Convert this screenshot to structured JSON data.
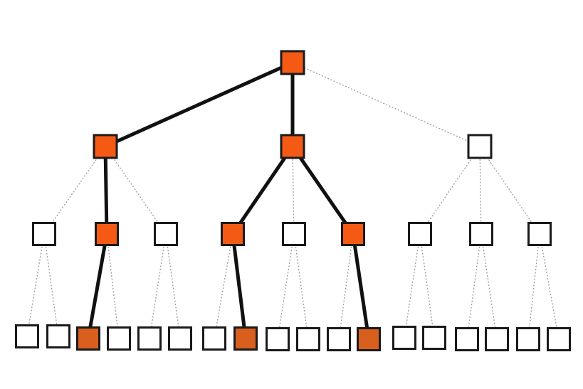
{
  "diagram": {
    "type": "tree",
    "colors": {
      "selected": "#f55a14",
      "selected_leaf": "#d95f1e",
      "unselected": "#ffffff",
      "outline": "#1a1a1a",
      "edge_selected": "#111111",
      "edge_unselected": "#9a9a9a"
    },
    "levels": [
      [
        "selected"
      ],
      [
        "selected",
        "selected",
        "plain"
      ],
      [
        "plain",
        "selected",
        "plain",
        "selected",
        "plain",
        "selected",
        "plain",
        "plain",
        "plain"
      ],
      [
        "plain",
        "plain",
        "selected",
        "plain",
        "plain",
        "plain",
        "plain",
        "selected",
        "plain",
        "plain",
        "plain",
        "selected",
        "plain",
        "plain",
        "plain",
        "plain",
        "plain",
        "plain"
      ]
    ],
    "edges": [
      {
        "from": [
          0,
          0
        ],
        "to": [
          1,
          0
        ],
        "style": "solid"
      },
      {
        "from": [
          0,
          0
        ],
        "to": [
          1,
          1
        ],
        "style": "solid"
      },
      {
        "from": [
          0,
          0
        ],
        "to": [
          1,
          2
        ],
        "style": "dotted"
      },
      {
        "from": [
          1,
          0
        ],
        "to": [
          2,
          0
        ],
        "style": "dotted"
      },
      {
        "from": [
          1,
          0
        ],
        "to": [
          2,
          1
        ],
        "style": "solid"
      },
      {
        "from": [
          1,
          0
        ],
        "to": [
          2,
          2
        ],
        "style": "dotted"
      },
      {
        "from": [
          1,
          1
        ],
        "to": [
          2,
          3
        ],
        "style": "solid"
      },
      {
        "from": [
          1,
          1
        ],
        "to": [
          2,
          4
        ],
        "style": "dotted"
      },
      {
        "from": [
          1,
          1
        ],
        "to": [
          2,
          5
        ],
        "style": "solid"
      },
      {
        "from": [
          1,
          2
        ],
        "to": [
          2,
          6
        ],
        "style": "dotted"
      },
      {
        "from": [
          1,
          2
        ],
        "to": [
          2,
          7
        ],
        "style": "dotted"
      },
      {
        "from": [
          1,
          2
        ],
        "to": [
          2,
          8
        ],
        "style": "dotted"
      },
      {
        "from": [
          2,
          0
        ],
        "to": [
          3,
          0
        ],
        "style": "dotted"
      },
      {
        "from": [
          2,
          0
        ],
        "to": [
          3,
          1
        ],
        "style": "dotted"
      },
      {
        "from": [
          2,
          1
        ],
        "to": [
          3,
          2
        ],
        "style": "solid"
      },
      {
        "from": [
          2,
          1
        ],
        "to": [
          3,
          3
        ],
        "style": "dotted"
      },
      {
        "from": [
          2,
          2
        ],
        "to": [
          3,
          4
        ],
        "style": "dotted"
      },
      {
        "from": [
          2,
          2
        ],
        "to": [
          3,
          5
        ],
        "style": "dotted"
      },
      {
        "from": [
          2,
          3
        ],
        "to": [
          3,
          6
        ],
        "style": "dotted"
      },
      {
        "from": [
          2,
          3
        ],
        "to": [
          3,
          7
        ],
        "style": "solid"
      },
      {
        "from": [
          2,
          4
        ],
        "to": [
          3,
          8
        ],
        "style": "dotted"
      },
      {
        "from": [
          2,
          4
        ],
        "to": [
          3,
          9
        ],
        "style": "dotted"
      },
      {
        "from": [
          2,
          5
        ],
        "to": [
          3,
          10
        ],
        "style": "dotted"
      },
      {
        "from": [
          2,
          5
        ],
        "to": [
          3,
          11
        ],
        "style": "solid"
      },
      {
        "from": [
          2,
          6
        ],
        "to": [
          3,
          12
        ],
        "style": "dotted"
      },
      {
        "from": [
          2,
          6
        ],
        "to": [
          3,
          13
        ],
        "style": "dotted"
      },
      {
        "from": [
          2,
          7
        ],
        "to": [
          3,
          14
        ],
        "style": "dotted"
      },
      {
        "from": [
          2,
          7
        ],
        "to": [
          3,
          15
        ],
        "style": "dotted"
      },
      {
        "from": [
          2,
          8
        ],
        "to": [
          3,
          16
        ],
        "style": "dotted"
      },
      {
        "from": [
          2,
          8
        ],
        "to": [
          3,
          17
        ],
        "style": "dotted"
      }
    ]
  }
}
